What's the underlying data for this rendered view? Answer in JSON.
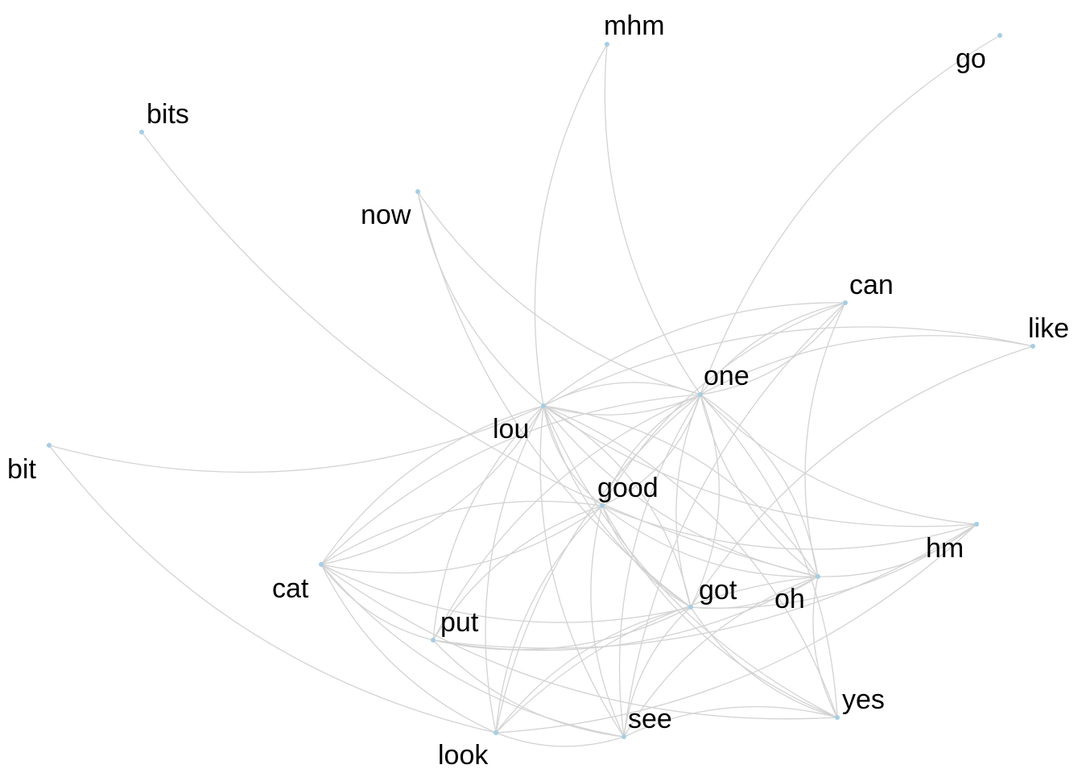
{
  "diagram": {
    "type": "network",
    "node_color": "#a6cee3",
    "edge_color": "#d3d3d3",
    "label_color": "#000000",
    "nodes": [
      {
        "id": "mhm",
        "label": "mhm"
      },
      {
        "id": "go",
        "label": "go"
      },
      {
        "id": "bits",
        "label": "bits"
      },
      {
        "id": "now",
        "label": "now"
      },
      {
        "id": "can",
        "label": "can"
      },
      {
        "id": "like",
        "label": "like"
      },
      {
        "id": "one",
        "label": "one"
      },
      {
        "id": "lou",
        "label": "lou"
      },
      {
        "id": "bit",
        "label": "bit"
      },
      {
        "id": "good",
        "label": "good"
      },
      {
        "id": "hm",
        "label": "hm"
      },
      {
        "id": "cat",
        "label": "cat"
      },
      {
        "id": "got",
        "label": "got"
      },
      {
        "id": "oh",
        "label": "oh"
      },
      {
        "id": "put",
        "label": "put"
      },
      {
        "id": "yes",
        "label": "yes"
      },
      {
        "id": "see",
        "label": "see"
      },
      {
        "id": "look",
        "label": "look"
      }
    ],
    "edges": [
      [
        "mhm",
        "lou"
      ],
      [
        "mhm",
        "one"
      ],
      [
        "go",
        "one"
      ],
      [
        "bits",
        "oh"
      ],
      [
        "now",
        "lou"
      ],
      [
        "now",
        "got"
      ],
      [
        "now",
        "one"
      ],
      [
        "can",
        "one"
      ],
      [
        "can",
        "one"
      ],
      [
        "can",
        "lou"
      ],
      [
        "can",
        "oh"
      ],
      [
        "can",
        "see"
      ],
      [
        "can",
        "good"
      ],
      [
        "like",
        "lou"
      ],
      [
        "like",
        "one"
      ],
      [
        "like",
        "got"
      ],
      [
        "bit",
        "lou"
      ],
      [
        "bit",
        "look"
      ],
      [
        "lou",
        "one"
      ],
      [
        "lou",
        "one"
      ],
      [
        "lou",
        "cat"
      ],
      [
        "lou",
        "cat"
      ],
      [
        "lou",
        "put"
      ],
      [
        "lou",
        "look"
      ],
      [
        "lou",
        "see"
      ],
      [
        "lou",
        "got"
      ],
      [
        "lou",
        "got"
      ],
      [
        "lou",
        "oh"
      ],
      [
        "lou",
        "oh"
      ],
      [
        "lou",
        "yes"
      ],
      [
        "lou",
        "yes"
      ],
      [
        "lou",
        "hm"
      ],
      [
        "lou",
        "good"
      ],
      [
        "one",
        "good"
      ],
      [
        "one",
        "good"
      ],
      [
        "one",
        "got"
      ],
      [
        "one",
        "got"
      ],
      [
        "one",
        "oh"
      ],
      [
        "one",
        "oh"
      ],
      [
        "one",
        "see"
      ],
      [
        "one",
        "look"
      ],
      [
        "one",
        "cat"
      ],
      [
        "one",
        "put"
      ],
      [
        "one",
        "hm"
      ],
      [
        "good",
        "cat"
      ],
      [
        "good",
        "cat"
      ],
      [
        "good",
        "put"
      ],
      [
        "good",
        "look"
      ],
      [
        "good",
        "see"
      ],
      [
        "good",
        "got"
      ],
      [
        "good",
        "oh"
      ],
      [
        "good",
        "yes"
      ],
      [
        "good",
        "hm"
      ],
      [
        "cat",
        "put"
      ],
      [
        "cat",
        "look"
      ],
      [
        "cat",
        "see"
      ],
      [
        "cat",
        "got"
      ],
      [
        "cat",
        "yes"
      ],
      [
        "put",
        "got"
      ],
      [
        "put",
        "oh"
      ],
      [
        "put",
        "see"
      ],
      [
        "put",
        "hm"
      ],
      [
        "got",
        "oh"
      ],
      [
        "got",
        "see"
      ],
      [
        "got",
        "yes"
      ],
      [
        "got",
        "hm"
      ],
      [
        "got",
        "look"
      ],
      [
        "oh",
        "yes"
      ],
      [
        "oh",
        "see"
      ],
      [
        "oh",
        "look"
      ],
      [
        "oh",
        "hm"
      ],
      [
        "yes",
        "see"
      ],
      [
        "yes",
        "one"
      ],
      [
        "look",
        "see"
      ],
      [
        "look",
        "hm"
      ]
    ]
  }
}
